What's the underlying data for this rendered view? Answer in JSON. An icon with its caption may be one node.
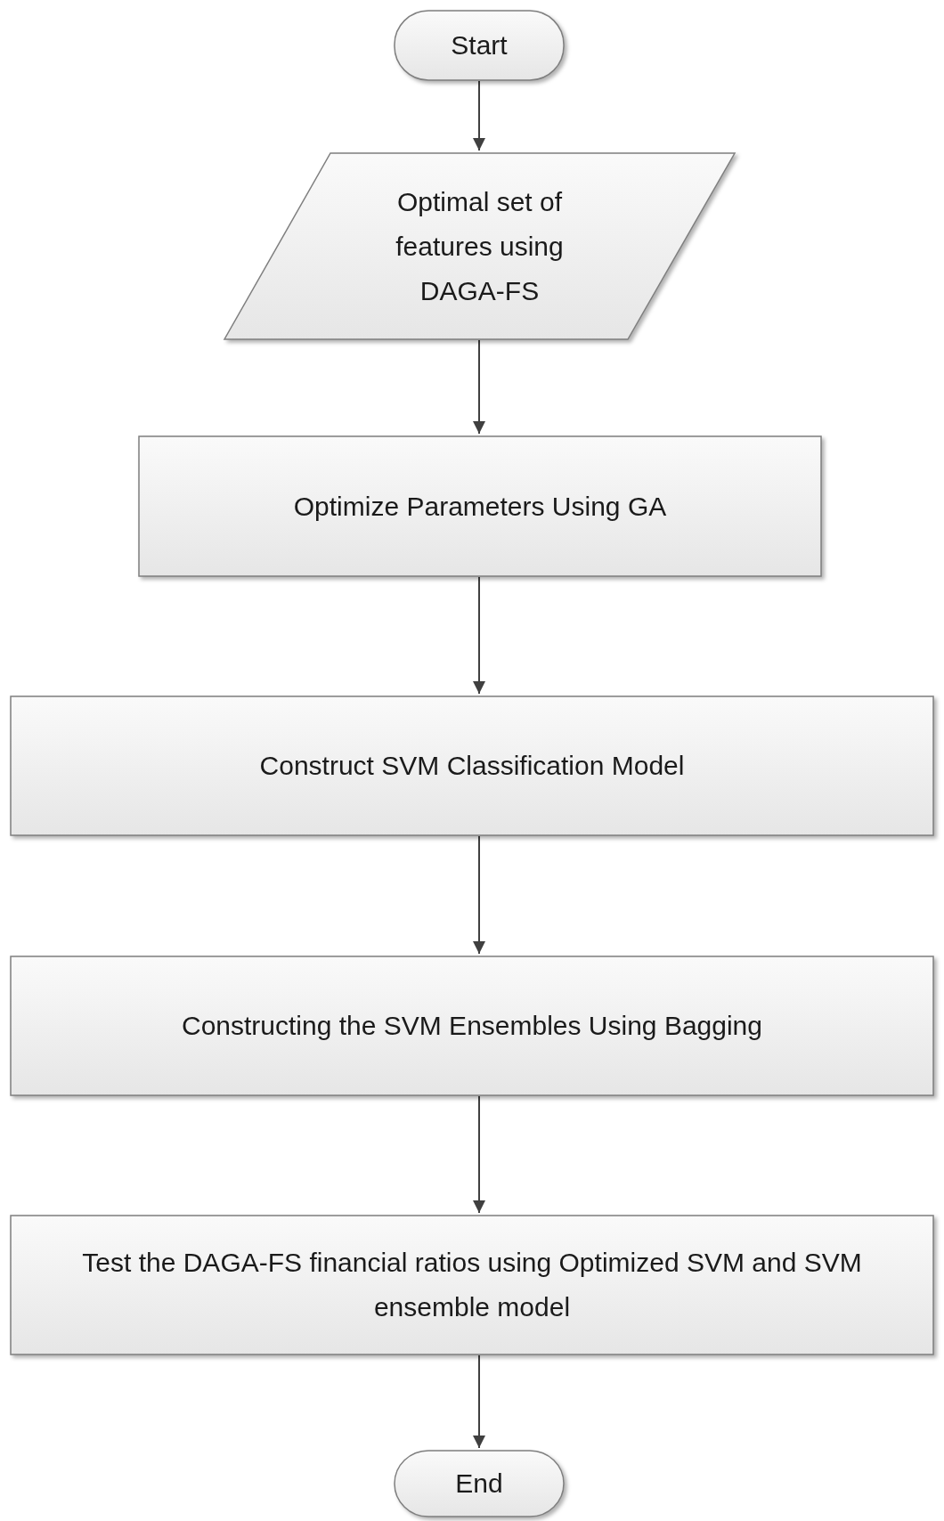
{
  "diagram": {
    "nodes": [
      {
        "text": [
          "Start"
        ]
      },
      {
        "text": [
          "Optimal set of features using DAGA-FS"
        ]
      },
      {
        "text": [
          "Optimize Parameters Using GA"
        ]
      },
      {
        "text": [
          "Construct SVM Classification Model"
        ]
      },
      {
        "text": [
          "Constructing the SVM Ensembles Using Bagging"
        ]
      },
      {
        "text": [
          "Test the DAGA-FS financial ratios using Optimized SVM and SVM ensemble model"
        ]
      },
      {
        "text": [
          "End"
        ]
      }
    ],
    "edges": [
      {
        "from": 0,
        "to": 1,
        "arrow": "to"
      },
      {
        "from": 1,
        "to": 2,
        "arrow": "to"
      },
      {
        "from": 2,
        "to": 3,
        "arrow": "to"
      },
      {
        "from": 3,
        "to": 4,
        "arrow": "to"
      },
      {
        "from": 4,
        "to": 5,
        "arrow": "to"
      },
      {
        "from": 5,
        "to": 6,
        "arrow": "to"
      }
    ]
  }
}
